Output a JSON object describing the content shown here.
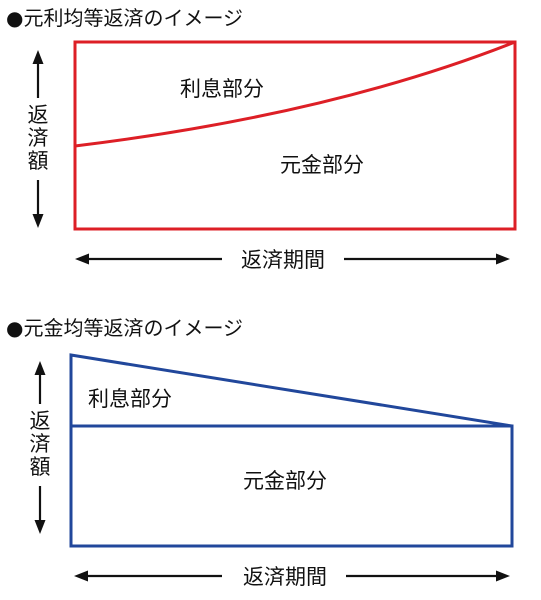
{
  "sections": [
    {
      "title": "●元利均等返済のイメージ",
      "interest_label": "利息部分",
      "principal_label": "元金部分",
      "y_axis_label": "返済額",
      "x_axis_label": "返済期間",
      "color": "#dd1f26"
    },
    {
      "title": "●元金均等返済のイメージ",
      "interest_label": "利息部分",
      "principal_label": "元金部分",
      "y_axis_label": "返済額",
      "x_axis_label": "返済期間",
      "color": "#21479b"
    }
  ]
}
